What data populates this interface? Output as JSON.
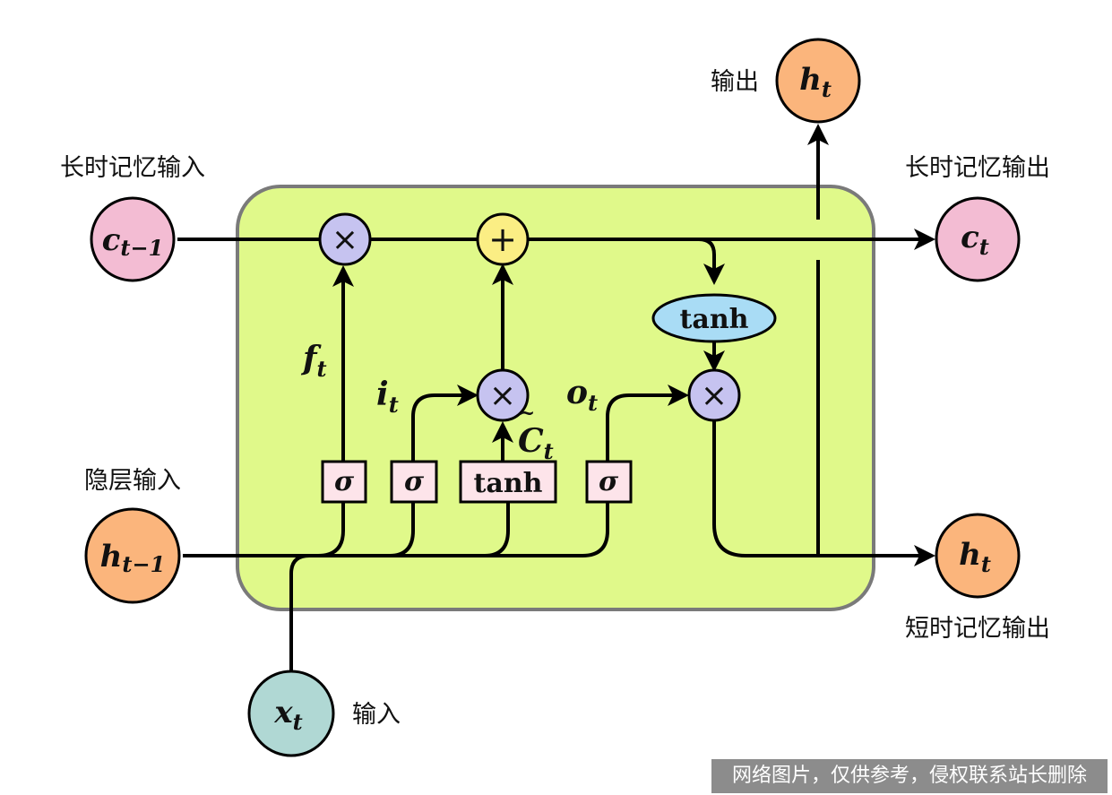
{
  "labels": {
    "long_memory_input": "长时记忆输入",
    "long_memory_output": "长时记忆输出",
    "hidden_input": "隐层输入",
    "output": "输出",
    "short_memory_output": "短时记忆输出",
    "input": "输入"
  },
  "nodes": {
    "c_prev": {
      "base": "c",
      "sub": "t−1"
    },
    "h_prev": {
      "base": "h",
      "sub": "t−1"
    },
    "x_t": {
      "base": "x",
      "sub": "t"
    },
    "c_t": {
      "base": "c",
      "sub": "t"
    },
    "h_t_right": {
      "base": "h",
      "sub": "t"
    },
    "h_t_top": {
      "base": "h",
      "sub": "t"
    }
  },
  "gates": {
    "sigma1": "σ",
    "sigma2": "σ",
    "tanh_box": "tanh",
    "sigma3": "σ",
    "tanh_ellipse": "tanh"
  },
  "operators": {
    "multiply": "×",
    "add": "+"
  },
  "signals": {
    "f": {
      "base": "f",
      "sub": "t"
    },
    "i": {
      "base": "i",
      "sub": "t"
    },
    "o": {
      "base": "o",
      "sub": "t"
    },
    "c_tilde": {
      "base": "C",
      "sub": "t",
      "accent": "~"
    }
  },
  "watermark": "网络图片，仅供参考，侵权联系站长删除",
  "colors": {
    "cell_fill": "#e0f98a",
    "cell_border": "#7a7a7a",
    "c_node": "#f3bcd3",
    "h_node": "#fbb57c",
    "x_node": "#b0d8d4",
    "mult_op": "#c6c3f0",
    "add_op": "#fbee84",
    "gate_box": "#fde4ea",
    "tanh_ellipse": "#a9dcf5"
  }
}
